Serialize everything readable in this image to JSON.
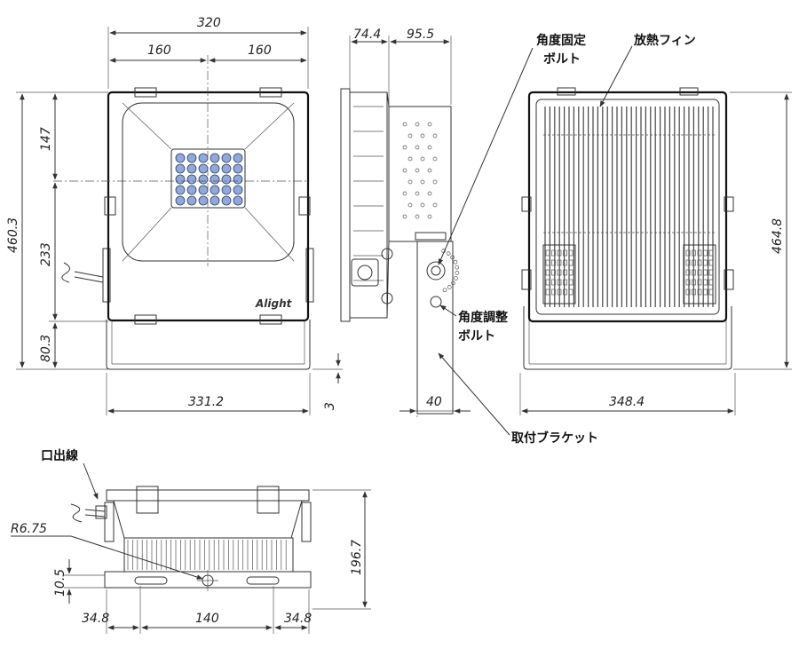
{
  "dimensions": {
    "front_width": "320",
    "front_half_left": "160",
    "front_half_right": "160",
    "front_height": "460.3",
    "upper_height": "147",
    "lower_height": "233",
    "bracket_height": "80.3",
    "front_base_width": "331.2",
    "offset": "3",
    "side_depth_front": "74.4",
    "side_depth_back": "95.5",
    "bracket_width": "40",
    "rear_height": "464.8",
    "rear_width": "348.4",
    "bottom_height": "196.7",
    "bottom_small": "10.5",
    "radius": "R6.75",
    "hole_left": "34.8",
    "hole_center": "140",
    "hole_right": "34.8"
  },
  "labels": {
    "angle_fix_bolt_1": "角度固定",
    "angle_fix_bolt_2": "ボルト",
    "heat_fin": "放熱フィン",
    "angle_adjust_bolt_1": "角度調整",
    "angle_adjust_bolt_2": "ボルト",
    "mounting_bracket": "取付ブラケット",
    "cable_outlet": "口出線"
  },
  "logo": "Alight",
  "colors": {
    "led": "#8fa8e0",
    "line": "#333333"
  }
}
